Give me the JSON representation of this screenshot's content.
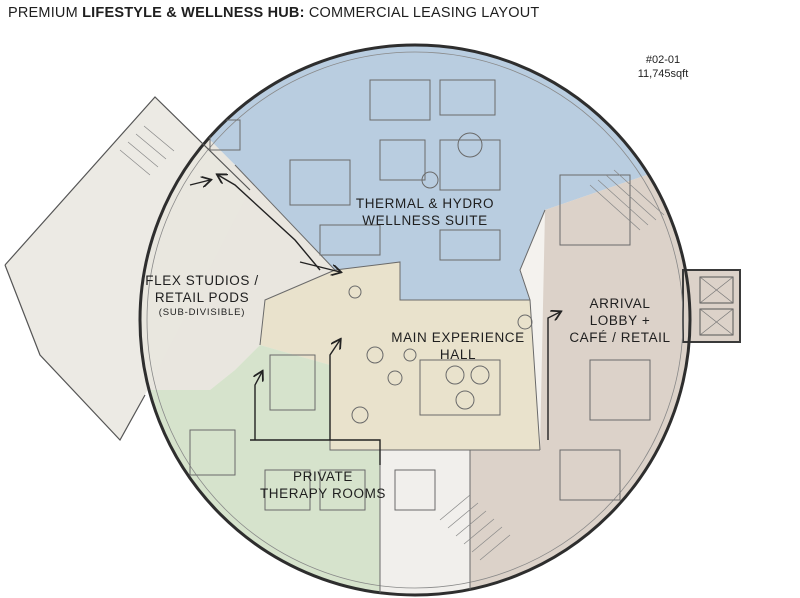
{
  "header": {
    "title_prefix": "PREMIUM ",
    "title_bold": "LIFESTYLE & WELLNESS HUB:",
    "title_suffix": " COMMERCIAL LEASING LAYOUT"
  },
  "unit": {
    "number": "#02-01",
    "area": "11,745sqft"
  },
  "zones": {
    "thermal": {
      "line1": "THERMAL & HYDRO",
      "line2": "WELLNESS SUITE",
      "color": "#b9cde0"
    },
    "flex": {
      "line1": "FLEX STUDIOS /",
      "line2": "RETAIL PODS",
      "line3": "(SUB-DIVISIBLE)",
      "color": "#e9e6df"
    },
    "main": {
      "line1": "MAIN EXPERIENCE",
      "line2": "HALL",
      "color": "#e9e2cc"
    },
    "arrival": {
      "line1": "ARRIVAL",
      "line2": "LOBBY +",
      "line3": "CAFÉ / RETAIL",
      "color": "#dcd2c9"
    },
    "therapy": {
      "line1": "PRIVATE",
      "line2": "THERAPY ROOMS",
      "color": "#d6e3cc"
    },
    "podium": {
      "color": "#f1efec"
    }
  },
  "colors": {
    "wall": "#3a3a3a",
    "line": "#6a6a6a",
    "circulation": "#222222"
  }
}
